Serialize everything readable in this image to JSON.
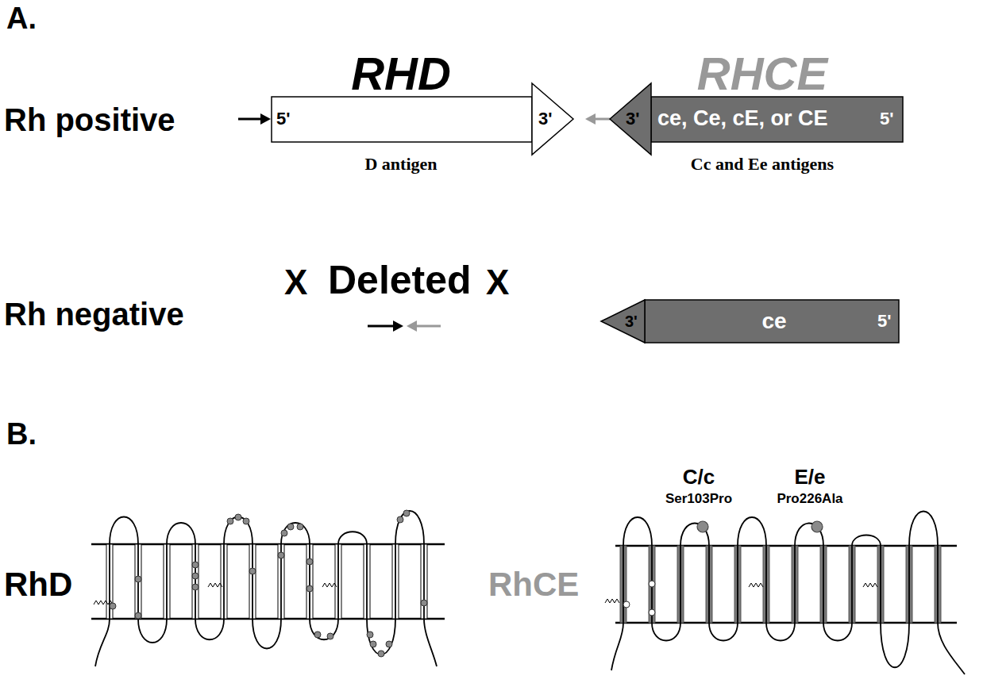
{
  "diagram": {
    "nodes": [
      {
        "text": [
          "RHD",
          "5'",
          "3'"
        ]
      },
      {
        "text": [
          "RHCE",
          "3'",
          "ce, Ce, cE, or CE",
          "5'"
        ]
      },
      {
        "text": [
          "3'",
          "ce",
          "5'"
        ]
      }
    ],
    "labels": [
      "A.",
      "Rh positive",
      "D antigen",
      "Cc and Ee antigens",
      "Rh negative",
      "X",
      "Deleted",
      "X",
      "B.",
      "RhD",
      "RhCE",
      "C/c",
      "Ser103Pro",
      "E/e",
      "Pro226Ala"
    ]
  }
}
